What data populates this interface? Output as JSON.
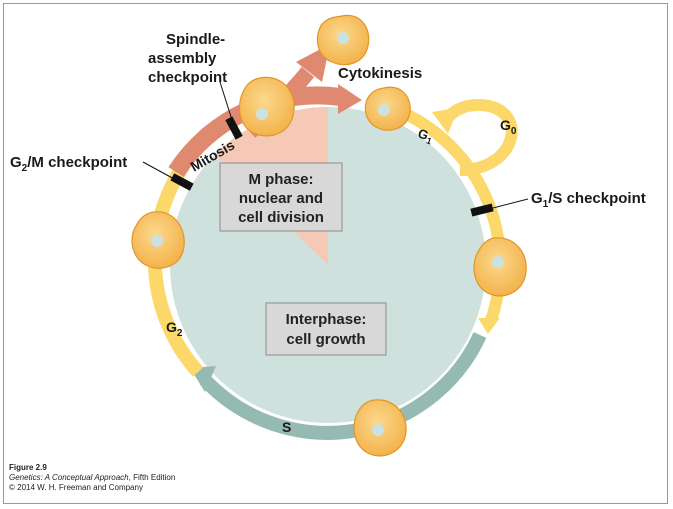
{
  "labels": {
    "spindle_line1": "Spindle-",
    "spindle_line2": "assembly",
    "spindle_line3": "checkpoint",
    "cytokinesis": "Cytokinesis",
    "g2m_base": "G",
    "g2m_sub": "2",
    "g2m_rest": "/M checkpoint",
    "g1s_base": "G",
    "g1s_sub": "1",
    "g1s_rest": "/S checkpoint",
    "mitosis": "Mitosis",
    "g1_base": "G",
    "g1_sub": "1",
    "g0_base": "G",
    "g0_sub": "0",
    "g2_base": "G",
    "g2_sub": "2",
    "s_phase": "S"
  },
  "boxes": {
    "m_phase_line1": "M phase:",
    "m_phase_line2": "nuclear and",
    "m_phase_line3": "cell division",
    "interphase_line1": "Interphase:",
    "interphase_line2": "cell growth"
  },
  "caption": {
    "figure": "Figure 2.9",
    "book_title": "Genetics: A Conceptual Approach",
    "edition": ", Fifth Edition",
    "copyright": "© 2014 W. H. Freeman and Company"
  },
  "colors": {
    "interphase_fill": "#cfe1dc",
    "mphase_fill": "#f6c9b6",
    "g_arc": "#fcd86a",
    "s_arc": "#94bab1",
    "mitosis_arc": "#df8a70",
    "cell_fill": "#f7c264",
    "cell_stroke": "#e0962a",
    "nucleus": "#cbe3e0",
    "box_fill": "#d8d8d8",
    "box_stroke": "#8a8a8a"
  }
}
